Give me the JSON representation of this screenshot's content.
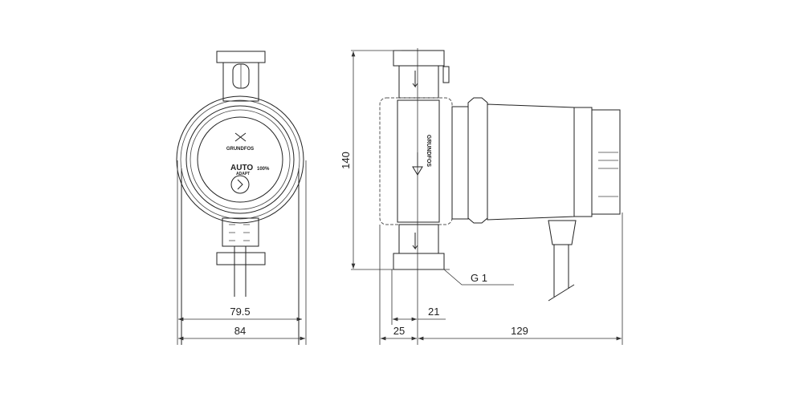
{
  "drawing": {
    "front_view": {
      "brand_label": "GRUNDFOS",
      "mode_label": "AUTO",
      "mode_sub_label": "ADAPT",
      "speed_label": "100%"
    },
    "side_view": {
      "brand_label": "GRUNDFOS"
    },
    "dimensions": {
      "height": "140",
      "width_inner": "79.5",
      "width_outer": "84",
      "thread": "G 1",
      "offset_21": "21",
      "offset_25": "25",
      "length": "129"
    }
  }
}
